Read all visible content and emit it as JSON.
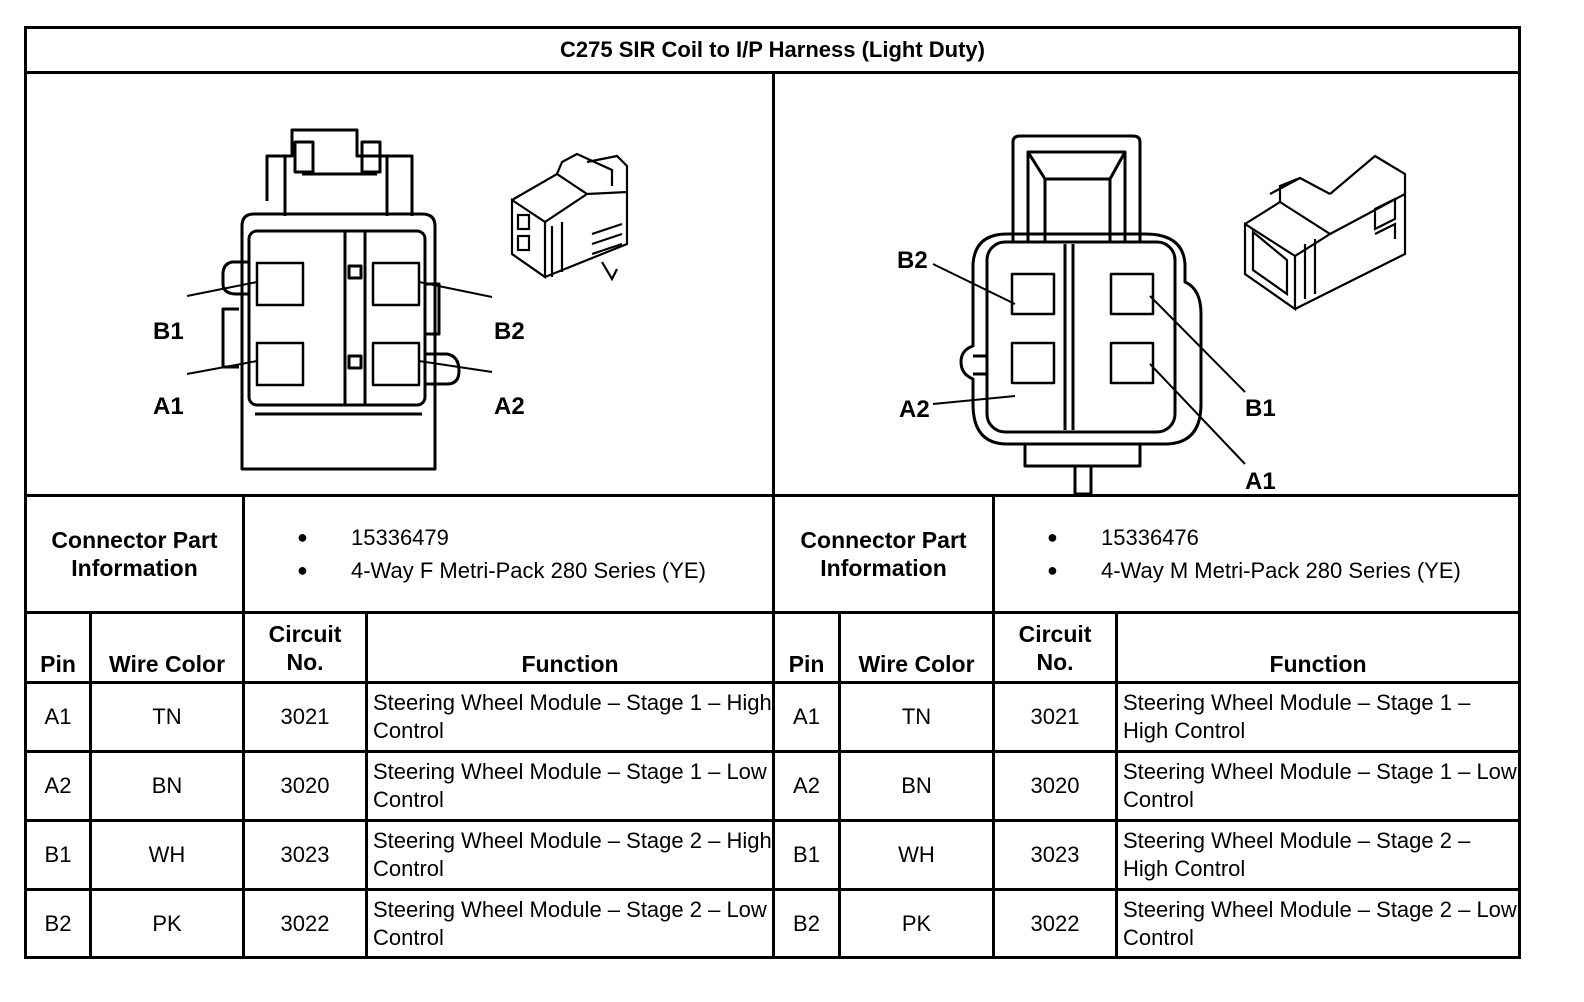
{
  "title": "C275 SIR Coil to I/P Harness (Light Duty)",
  "left": {
    "pin_labels": {
      "b1": "B1",
      "a1": "A1",
      "b2": "B2",
      "a2": "A2"
    },
    "connector_info_label": "Connector Part Information",
    "part_info": [
      "15336479",
      "4-Way F Metri-Pack 280 Series (YE)"
    ],
    "columns": [
      "Pin",
      "Wire Color",
      "Circuit No.",
      "Function"
    ],
    "rows": [
      {
        "pin": "A1",
        "color": "TN",
        "circuit": "3021",
        "function": "Steering Wheel Module – Stage 1 – High Control"
      },
      {
        "pin": "A2",
        "color": "BN",
        "circuit": "3020",
        "function": "Steering Wheel Module – Stage 1 – Low Control"
      },
      {
        "pin": "B1",
        "color": "WH",
        "circuit": "3023",
        "function": "Steering Wheel Module – Stage 2 – High Control"
      },
      {
        "pin": "B2",
        "color": "PK",
        "circuit": "3022",
        "function": "Steering Wheel Module – Stage 2 – Low Control"
      }
    ]
  },
  "right": {
    "pin_labels": {
      "b2": "B2",
      "a2": "A2",
      "b1": "B1",
      "a1": "A1"
    },
    "connector_info_label": "Connector Part Information",
    "part_info": [
      "15336476",
      "4-Way M Metri-Pack 280 Series (YE)"
    ],
    "columns": [
      "Pin",
      "Wire Color",
      "Circuit No.",
      "Function"
    ],
    "rows": [
      {
        "pin": "A1",
        "color": "TN",
        "circuit": "3021",
        "function": "Steering Wheel Module – Stage 1 – High Control"
      },
      {
        "pin": "A2",
        "color": "BN",
        "circuit": "3020",
        "function": "Steering Wheel Module – Stage 1 – Low Control"
      },
      {
        "pin": "B1",
        "color": "WH",
        "circuit": "3023",
        "function": "Steering Wheel Module – Stage 2 – High Control"
      },
      {
        "pin": "B2",
        "color": "PK",
        "circuit": "3022",
        "function": "Steering Wheel Module – Stage 2 – Low Control"
      }
    ]
  }
}
